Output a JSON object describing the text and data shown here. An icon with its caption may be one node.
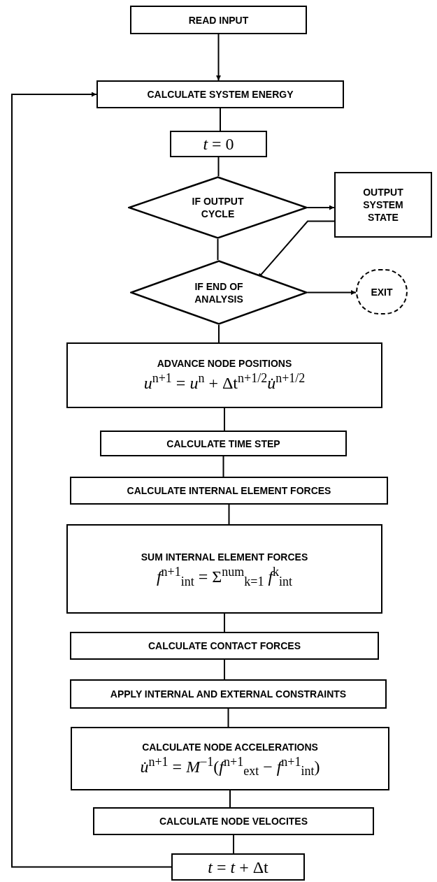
{
  "diagram": {
    "nodes": [
      {
        "text": [
          "READ INPUT"
        ]
      },
      {
        "text": [
          "CALCULATE SYSTEM ENERGY"
        ]
      },
      {
        "text": [
          "*t* = 0"
        ]
      },
      {
        "text": [
          "IF OUTPUT CYCLE"
        ]
      },
      {
        "text": [
          "OUTPUT SYSTEM STATE"
        ]
      },
      {
        "text": [
          "IF END OF ANALYSIS"
        ]
      },
      {
        "text": [
          "EXIT"
        ]
      },
      {
        "text": [
          "ADVANCE NODE POSITIONS",
          "*u*$^{n+1}$ = *u*$^{n}$ + Δt$^{n+1/2}$*u̇*$^{n+1/2}$"
        ]
      },
      {
        "text": [
          "CALCULATE TIME STEP"
        ]
      },
      {
        "text": [
          "CALCULATE INTERNAL ELEMENT FORCES"
        ]
      },
      {
        "text": [
          "SUM INTERNAL ELEMENT FORCES",
          "*f*$^{n+1}$$_{int}$ = Σ$^{num}$$_{k=1}$ *f*$^{k}$$_{int}$"
        ]
      },
      {
        "text": [
          "CALCULATE CONTACT FORCES"
        ]
      },
      {
        "text": [
          "APPLY INTERNAL AND EXTERNAL CONSTRAINTS"
        ]
      },
      {
        "text": [
          "CALCULATE NODE ACCELERATIONS",
          "*u̇*$^{n+1}$ = *M*$^{−1}$(*f*$^{n+1}$$_{ext}$ − *f*$^{n+1}$$_{int}$)"
        ]
      },
      {
        "text": [
          "CALCULATE NODE VELOCITES"
        ]
      },
      {
        "text": [
          "*t* = *t* + Δt"
        ]
      }
    ],
    "edges": [
      {
        "from": 0,
        "to": 1,
        "arrow": "to"
      },
      {
        "from": 1,
        "to": 2,
        "arrow": "none"
      },
      {
        "from": 2,
        "to": 3,
        "arrow": "none"
      },
      {
        "from": 3,
        "to": 4,
        "arrow": "to"
      },
      {
        "from": 4,
        "to": 5,
        "arrow": "to"
      },
      {
        "from": 3,
        "to": 5,
        "arrow": "none"
      },
      {
        "from": 5,
        "to": 6,
        "arrow": "to"
      },
      {
        "from": 5,
        "to": 7,
        "arrow": "none"
      },
      {
        "from": 7,
        "to": 8,
        "arrow": "none"
      },
      {
        "from": 8,
        "to": 9,
        "arrow": "none"
      },
      {
        "from": 9,
        "to": 10,
        "arrow": "none"
      },
      {
        "from": 10,
        "to": 11,
        "arrow": "none"
      },
      {
        "from": 11,
        "to": 12,
        "arrow": "none"
      },
      {
        "from": 12,
        "to": 13,
        "arrow": "none"
      },
      {
        "from": 13,
        "to": 14,
        "arrow": "none"
      },
      {
        "from": 14,
        "to": 15,
        "arrow": "none"
      },
      {
        "from": 15,
        "to": 1,
        "arrow": "to"
      }
    ]
  }
}
